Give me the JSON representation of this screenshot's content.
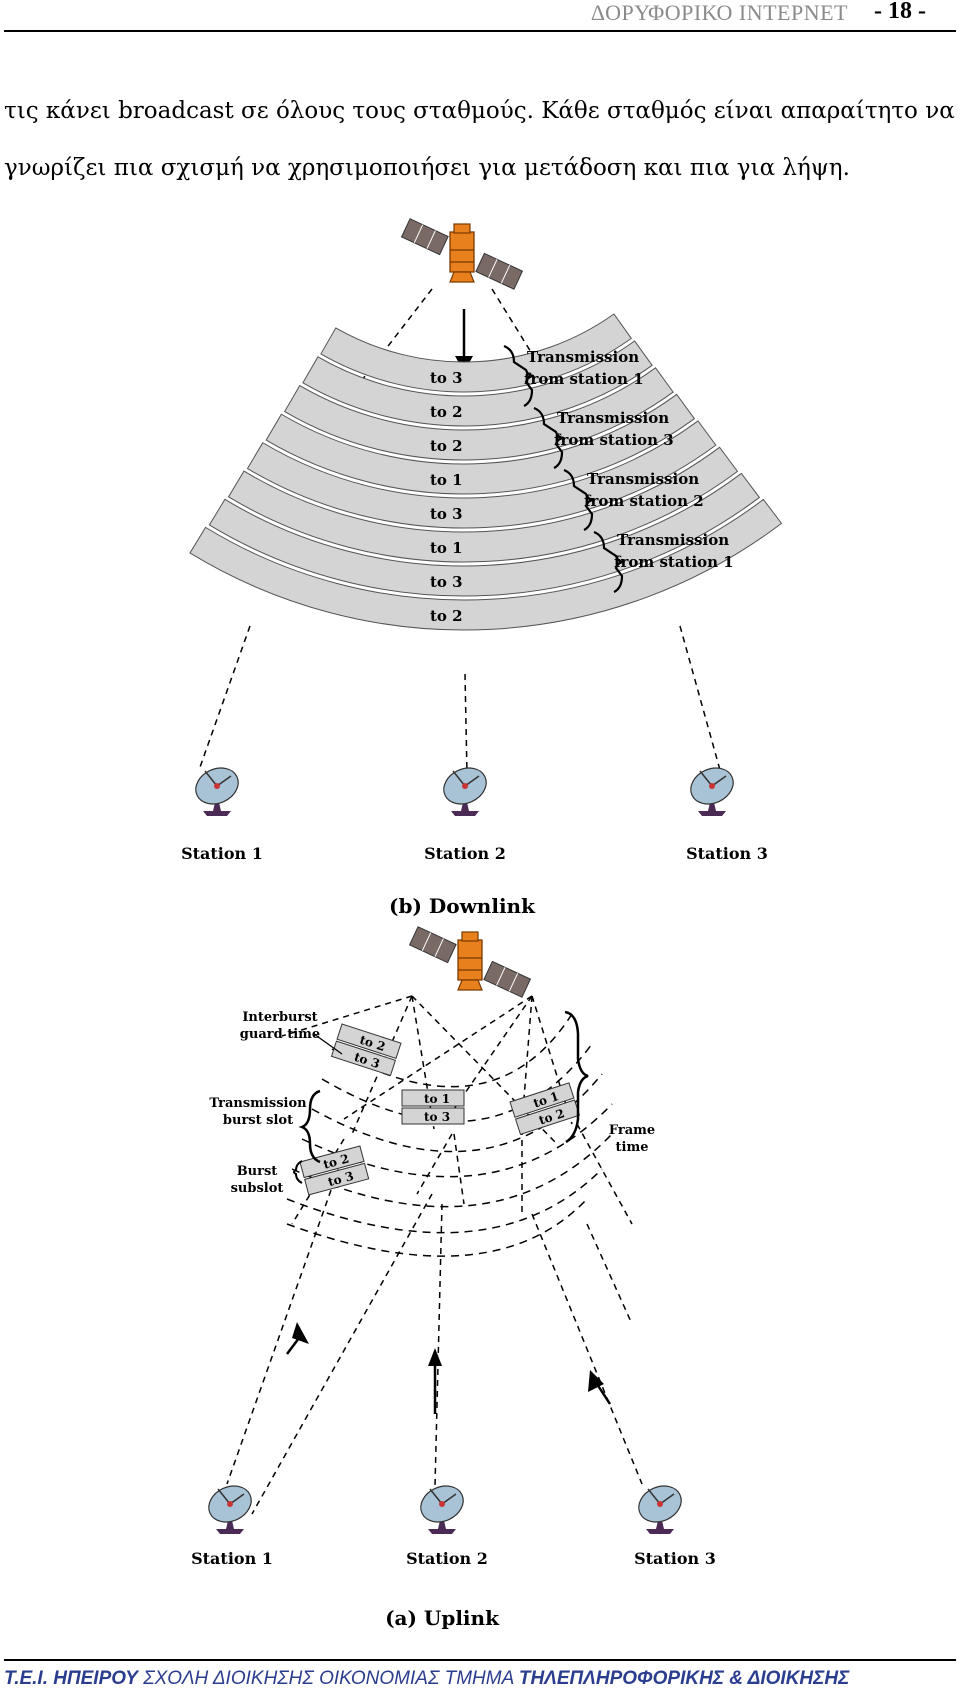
{
  "header": {
    "title": "ΔΟΡΥΦΟΡΙΚΟ ΙΝΤΕΡΝΕΤ",
    "page": "- 18 -"
  },
  "paragraph": {
    "line1": "τις κάνει broadcast σε όλους τους σταθμούς. Κάθε σταθμός είναι απαραίτητο να",
    "line2": "γνωρίζει πια σχισμή να χρησιμοποιήσει για μετάδοση και πια για λήψη."
  },
  "downlink": {
    "caption": "(b) Downlink",
    "slots": [
      "to 3",
      "to 2",
      "to 2",
      "to 1",
      "to 3",
      "to 1",
      "to 3",
      "to 2"
    ],
    "transmissions": [
      {
        "line1": "Transmission",
        "line2": "from station 1"
      },
      {
        "line1": "Transmission",
        "line2": "from station 3"
      },
      {
        "line1": "Transmission",
        "line2": "from station 2"
      },
      {
        "line1": "Transmission",
        "line2": "from station 1"
      }
    ],
    "stations": [
      "Station 1",
      "Station 2",
      "Station 3"
    ]
  },
  "uplink": {
    "caption": "(a) Uplink",
    "labels": {
      "interburst_1": "Interburst",
      "interburst_2": "guard time",
      "burst_slot_1": "Transmission",
      "burst_slot_2": "burst slot",
      "subslot_1": "Burst",
      "subslot_2": "subslot",
      "frame_1": "Frame",
      "frame_2": "time"
    },
    "bursts": {
      "upper_left": [
        "to 2",
        "to 3"
      ],
      "center": [
        "to 1",
        "to 3"
      ],
      "right": [
        "to 1",
        "to 2"
      ],
      "lower_left": [
        "to 2",
        "to 3"
      ]
    },
    "stations": [
      "Station 1",
      "Station 2",
      "Station 3"
    ]
  },
  "footer": {
    "bold1": "Τ.Ε.Ι. ΗΠΕΙΡΟΥ",
    "normal": " ΣΧΟΛΗ ΔΙΟΙΚΗΣΗΣ ΟΙΚΟΝΟΜΙΑΣ ΤΜΗΜΑ ",
    "bold2": "ΤΗΛΕΠΛΗΡΟΦΟΡΙΚΗΣ & ΔΙΟΙΚΗΣΗΣ"
  },
  "colors": {
    "slot_fill": "#d4d4d4",
    "satellite_body": "#e8801e",
    "panel": "#7a6a66",
    "dish": "#a9c3d6",
    "dish_stand": "#4b2a55",
    "footer_text": "#2b3d8f"
  }
}
